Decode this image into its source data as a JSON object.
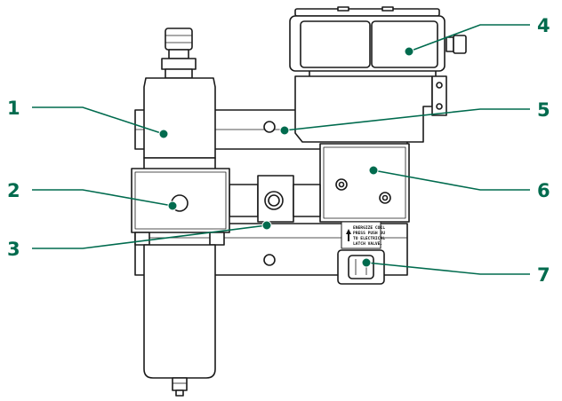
{
  "colors": {
    "accent": "#006b4e",
    "outline": "#1a1a1a",
    "fill": "#ffffff"
  },
  "callouts": [
    {
      "number": "1"
    },
    {
      "number": "2"
    },
    {
      "number": "3"
    },
    {
      "number": "4"
    },
    {
      "number": "5"
    },
    {
      "number": "6"
    },
    {
      "number": "7"
    }
  ],
  "valve_label": {
    "lines": [
      "ENERGIZE COIL",
      "PRESS PUSH BU",
      "TO ELECTRICAL",
      "LATCH VALVE."
    ]
  }
}
